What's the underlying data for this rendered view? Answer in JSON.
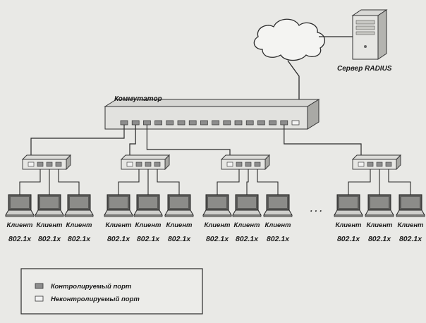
{
  "labels": {
    "switch": "Коммутатор",
    "radius_server": "Сервер RADIUS",
    "client": "Клиент",
    "protocol": "802.1x",
    "ellipsis": ". . ."
  },
  "legend": {
    "controlled": "Контролируемый порт",
    "uncontrolled": "Неконтролируемый порт"
  },
  "colors": {
    "controlled_port": "#8d8d8d",
    "uncontrolled_port": "#f2f2f2",
    "line": "#2a2a2a",
    "background": "#e9e9e6"
  },
  "icons": {
    "cloud": "network-cloud-icon",
    "server": "server-tower-icon",
    "laptop": "laptop-icon",
    "hub": "hub-icon",
    "switch": "switch-chassis-icon"
  }
}
